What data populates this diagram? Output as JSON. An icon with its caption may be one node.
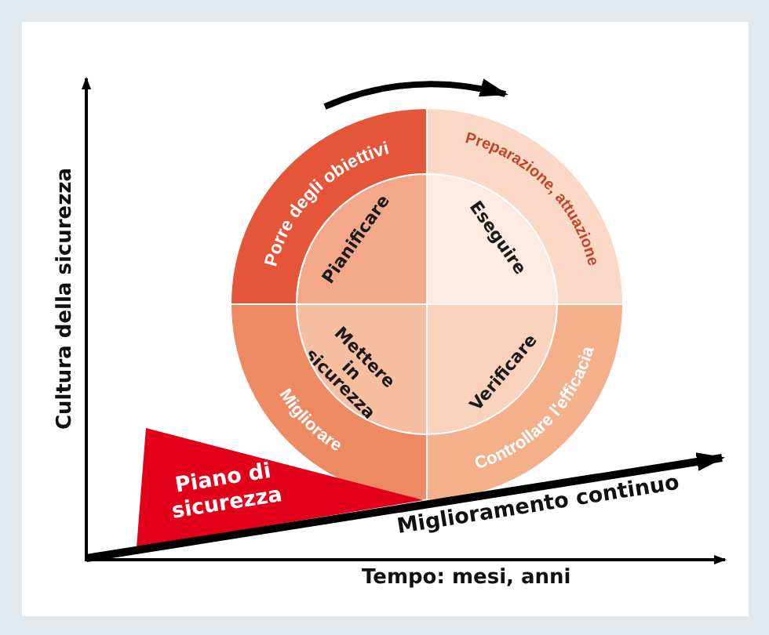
{
  "diagram": {
    "nodes": [
      {
        "text": [
          "Porre degli obiettivi"
        ]
      },
      {
        "text": [
          "Preparazione, attuazione"
        ]
      },
      {
        "text": [
          "Pianificare"
        ]
      },
      {
        "text": [
          "Eseguire"
        ]
      },
      {
        "text": [
          "Mettere in sicurezza"
        ]
      },
      {
        "text": [
          "Verificare"
        ]
      },
      {
        "text": [
          "Migliorare"
        ]
      },
      {
        "text": [
          "Controllare l'efficacia"
        ]
      },
      {
        "text": [
          "Piano di sicurezza"
        ]
      }
    ],
    "labels": [
      "Cultura della sicurezza",
      "Miglioramento continuo",
      "Tempo: mesi, anni"
    ]
  }
}
